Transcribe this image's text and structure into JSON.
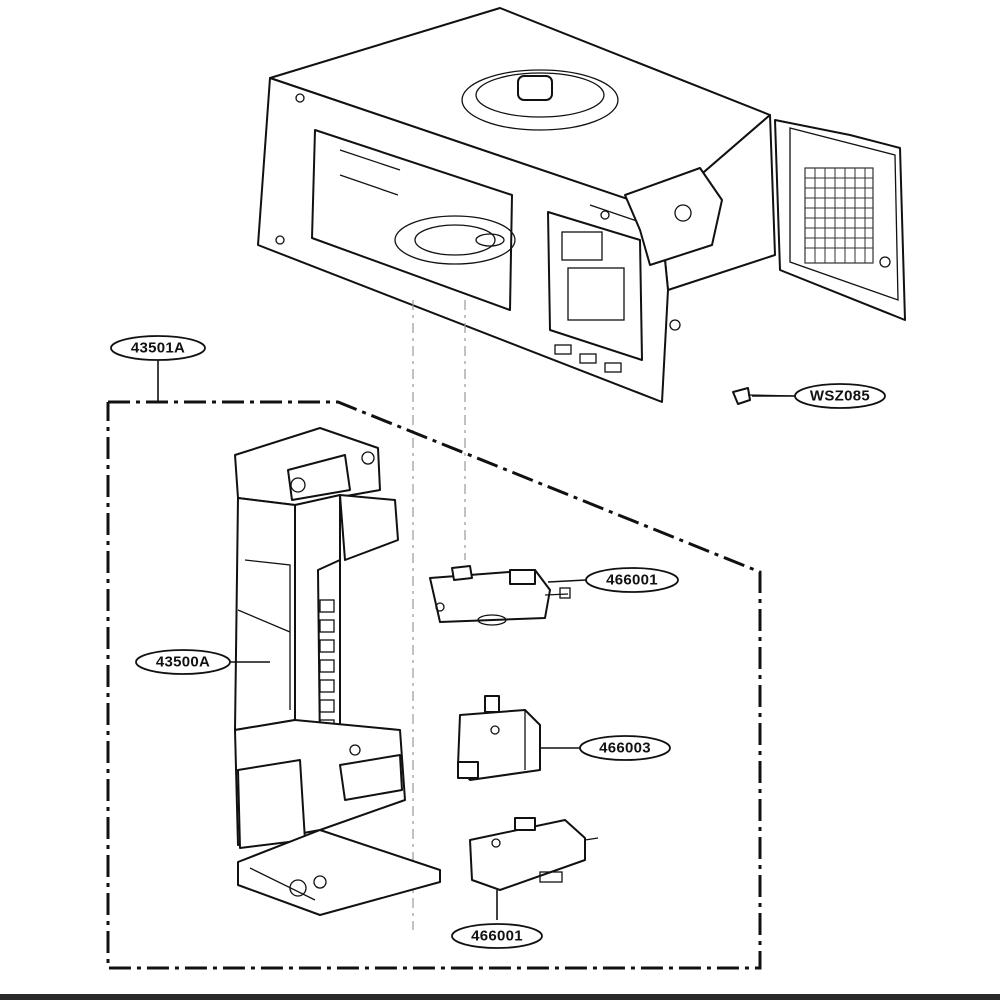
{
  "callouts": {
    "door_latch_assembly": "43501A",
    "screw": "WSZ085",
    "latch_hook_board": "43500A",
    "upper_switch": "466001",
    "middle_switch": "466003",
    "lower_switch": "466001"
  },
  "colors": {
    "line": "#111111",
    "background": "#ffffff"
  }
}
